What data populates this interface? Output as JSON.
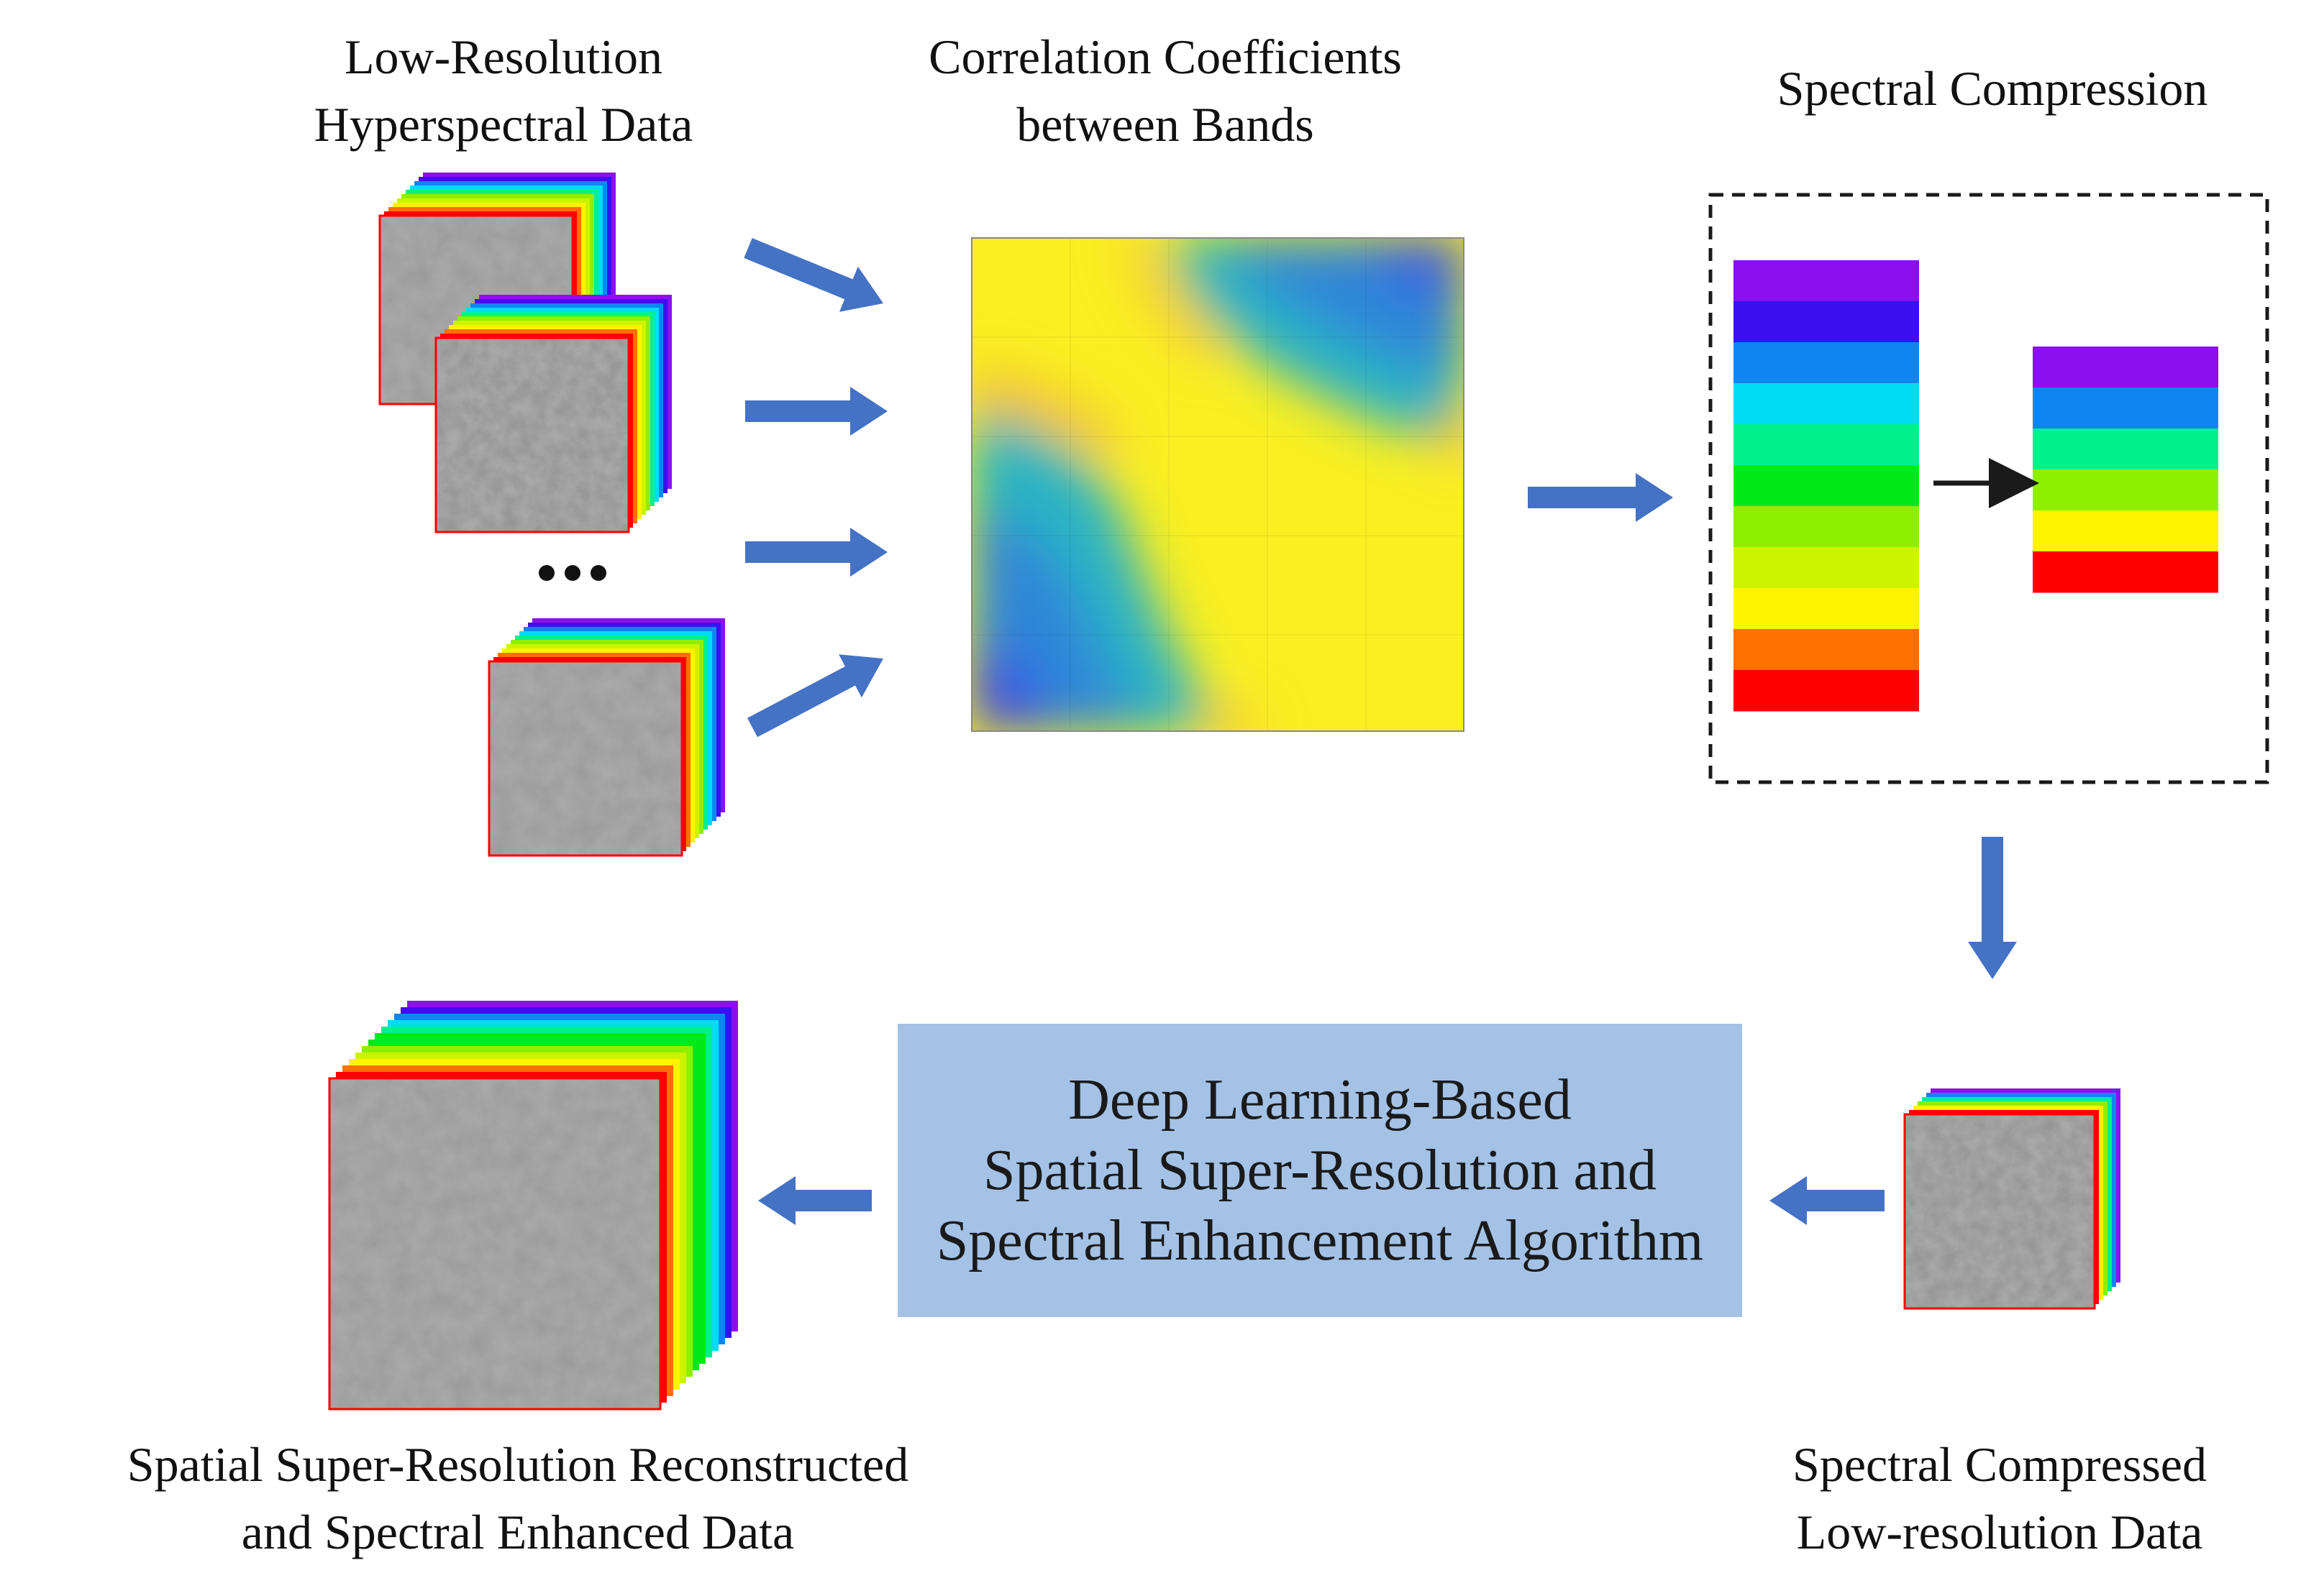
{
  "labels": {
    "input": [
      "Low-Resolution",
      "Hyperspectral Data"
    ],
    "correlation": [
      "Correlation Coefficients",
      "between Bands"
    ],
    "compression": [
      "Spectral Compression"
    ],
    "compressed": [
      "Spectral Compressed",
      "Low-resolution Data"
    ],
    "output": [
      "Spatial Super-Resolution Reconstructed",
      "and Spectral Enhanced Data"
    ],
    "algorithm": [
      "Deep Learning-Based",
      "Spatial Super-Resolution and",
      "Spectral Enhancement Algorithm"
    ],
    "ellipsis": "•••"
  },
  "colors": {
    "arrow": "#4472c4",
    "algorithm_box": "#a4c2e6",
    "dashed_border": "#1a1a1a",
    "spectrum_full": [
      "#8a10f0",
      "#3a10f0",
      "#0e86f0",
      "#00dcf4",
      "#00f08c",
      "#00ea18",
      "#8ef000",
      "#ccf400",
      "#fff400",
      "#ff7000",
      "#ff0000"
    ],
    "spectrum_compressed": [
      "#8a10f0",
      "#0e86f0",
      "#00f08c",
      "#8ef000",
      "#fff400",
      "#ff0000"
    ],
    "heatmap_low": "#2f3ef0",
    "heatmap_mid": "#22b6c8",
    "heatmap_high": "#fff21c"
  }
}
